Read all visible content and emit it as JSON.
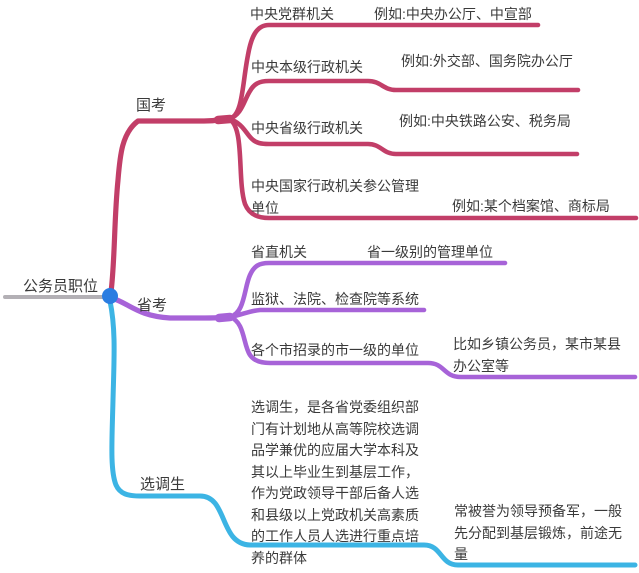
{
  "root": {
    "label": "公务员职位"
  },
  "branches": [
    {
      "label": "国考",
      "color": "#c23e68",
      "children": [
        {
          "label": "中央党群机关",
          "note": "例如:中央办公厅、中宣部"
        },
        {
          "label": "中央本级行政机关",
          "note": "例如:外交部、国务院办公厅"
        },
        {
          "label": "中央省级行政机关",
          "note": "例如:中央铁路公安、税务局"
        },
        {
          "label": "中央国家行政机关参公管理单位",
          "note": "例如:某个档案馆、商标局"
        }
      ]
    },
    {
      "label": "省考",
      "color": "#a763d8",
      "children": [
        {
          "label": "省直机关",
          "note": "省一级别的管理单位"
        },
        {
          "label": "监狱、法院、检查院等系统",
          "note": ""
        },
        {
          "label": "各个市招录的市一级的单位",
          "note": "比如乡镇公务员，某市某县办公室等"
        }
      ]
    },
    {
      "label": "选调生",
      "color": "#3cb4e4",
      "children": [
        {
          "label": "选调生，是各省党委组织部门有计划地从高等院校选调品学兼优的应届大学本科及其以上毕业生到基层工作，作为党政领导干部后备人选和县级以上党政机关高素质的工作人员人选进行重点培养的群体",
          "note": "常被誉为领导预备军，一般先分配到基层锻炼，前途无量"
        }
      ]
    }
  ],
  "colors": {
    "root_line": "#b3b0b5",
    "root_dot": "#2b7de1",
    "text": "#3a3a3a",
    "background": "#ffffff"
  }
}
